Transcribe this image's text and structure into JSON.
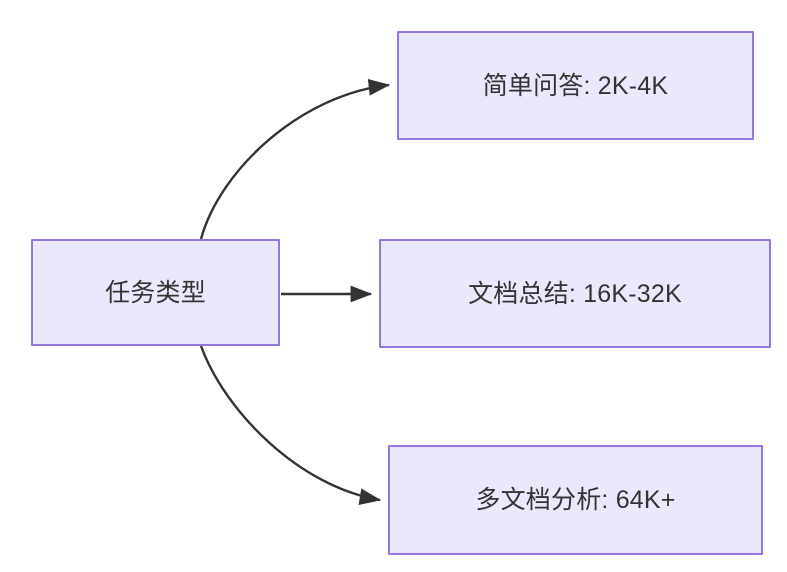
{
  "diagram": {
    "type": "flowchart",
    "direction": "left-to-right",
    "background_color": "#ffffff",
    "node_fill_color": "#ebe8fb",
    "node_border_color": "#9575e0",
    "node_text_color": "#333333",
    "edge_color": "#333333",
    "nodes": [
      {
        "id": "source",
        "label": "任务类型",
        "role": "root"
      },
      {
        "id": "simple",
        "label": "简单问答: 2K-4K",
        "role": "leaf"
      },
      {
        "id": "doc",
        "label": "文档总结: 16K-32K",
        "role": "leaf"
      },
      {
        "id": "multidoc",
        "label": "多文档分析: 64K+",
        "role": "leaf"
      }
    ],
    "edges": [
      {
        "id": "edge-source-simple",
        "from": "任务类型",
        "to": "简单问答: 2K-4K",
        "label": "",
        "style": "curved",
        "arrowhead": "solid"
      },
      {
        "id": "edge-source-doc",
        "from": "任务类型",
        "to": "文档总结: 16K-32K",
        "label": "",
        "style": "straight",
        "arrowhead": "solid"
      },
      {
        "id": "edge-source-multidoc",
        "from": "任务类型",
        "to": "多文档分析: 64K+",
        "label": "",
        "style": "curved",
        "arrowhead": "solid"
      }
    ]
  }
}
